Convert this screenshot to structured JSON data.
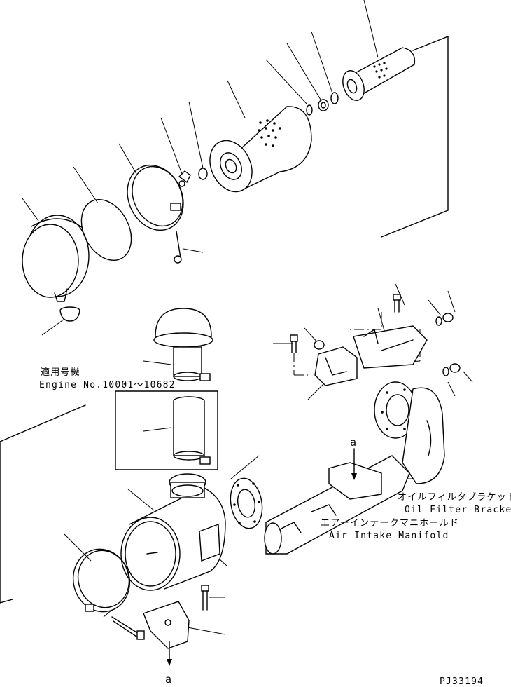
{
  "labels": {
    "applicable_jp": "適用号機",
    "engine_range": "Engine No.10001～10682",
    "oil_bracket_jp": "オイルフィルタブラケット",
    "oil_bracket_en": "Oil Filter Bracket",
    "manifold_jp": "エアーインテークマニホールド",
    "manifold_en": "Air Intake Manifold",
    "ref_a_top": "a",
    "ref_a_bottom": "a",
    "drawing_code": "PJ33194"
  }
}
